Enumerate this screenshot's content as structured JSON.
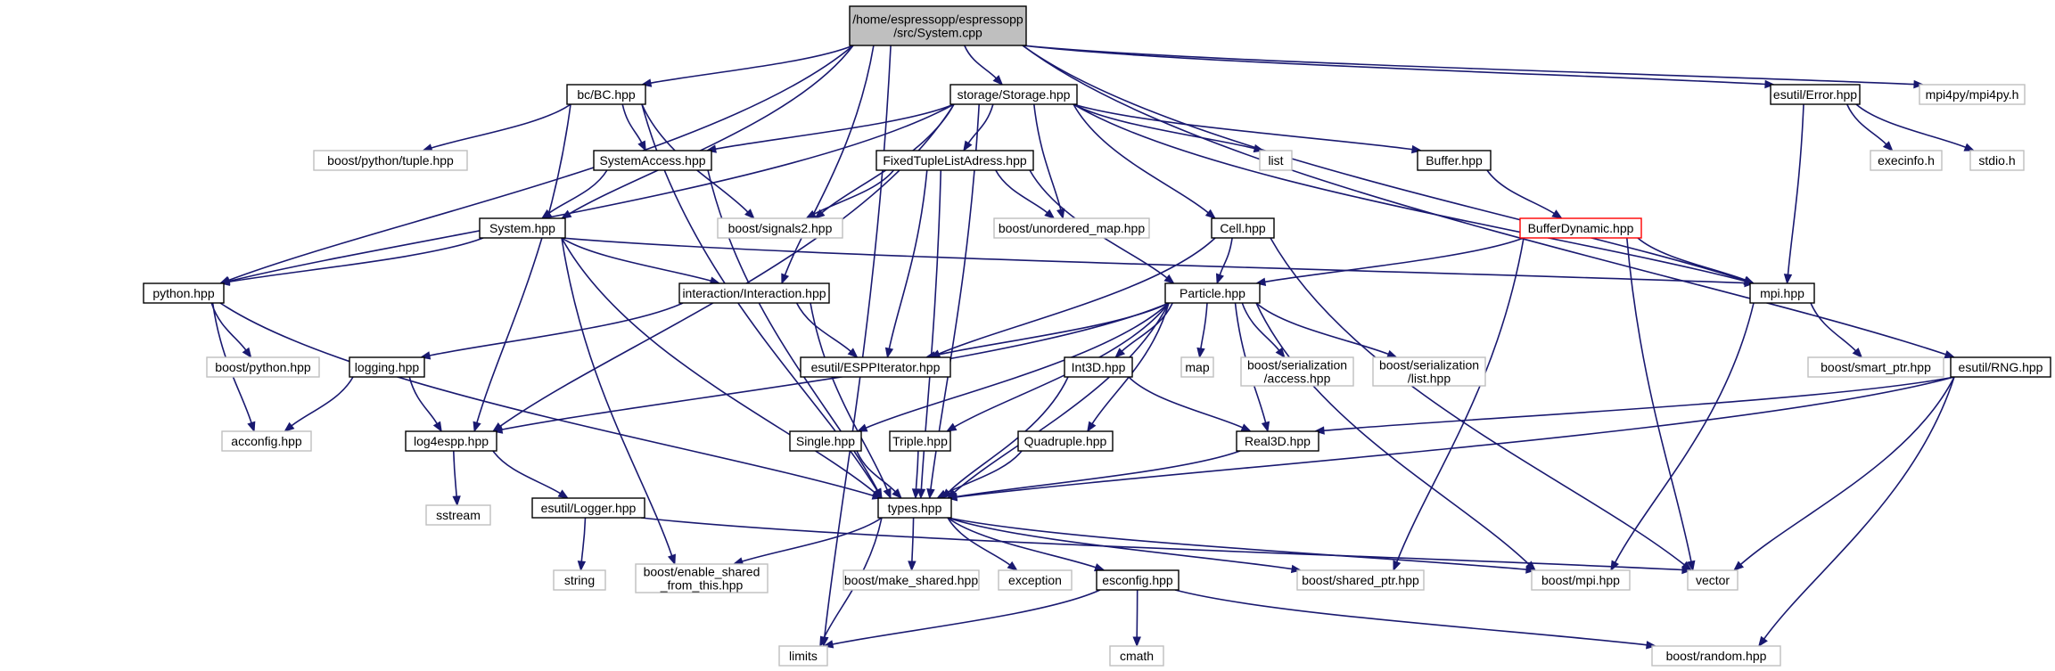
{
  "graph": {
    "nodes": [
      {
        "id": "root",
        "lines": [
          "/home/espressopp/espressopp",
          "/src/System.cpp"
        ],
        "style": "root"
      },
      {
        "id": "bc",
        "lines": [
          "bc/BC.hpp"
        ],
        "style": "doc"
      },
      {
        "id": "storage",
        "lines": [
          "storage/Storage.hpp"
        ],
        "style": "doc"
      },
      {
        "id": "error",
        "lines": [
          "esutil/Error.hpp"
        ],
        "style": "doc"
      },
      {
        "id": "mpi4py",
        "lines": [
          "mpi4py/mpi4py.h"
        ],
        "style": "ext"
      },
      {
        "id": "tuple",
        "lines": [
          "boost/python/tuple.hpp"
        ],
        "style": "ext"
      },
      {
        "id": "sysaccess",
        "lines": [
          "SystemAccess.hpp"
        ],
        "style": "doc"
      },
      {
        "id": "fixedtuple",
        "lines": [
          "FixedTupleListAdress.hpp"
        ],
        "style": "doc"
      },
      {
        "id": "list",
        "lines": [
          "list"
        ],
        "style": "ext"
      },
      {
        "id": "buffer",
        "lines": [
          "Buffer.hpp"
        ],
        "style": "doc"
      },
      {
        "id": "execinfo",
        "lines": [
          "execinfo.h"
        ],
        "style": "ext"
      },
      {
        "id": "stdio",
        "lines": [
          "stdio.h"
        ],
        "style": "ext"
      },
      {
        "id": "signals2",
        "lines": [
          "boost/signals2.hpp"
        ],
        "style": "ext"
      },
      {
        "id": "unordered",
        "lines": [
          "boost/unordered_map.hpp"
        ],
        "style": "ext"
      },
      {
        "id": "system",
        "lines": [
          "System.hpp"
        ],
        "style": "doc"
      },
      {
        "id": "cell",
        "lines": [
          "Cell.hpp"
        ],
        "style": "doc"
      },
      {
        "id": "bufdyn",
        "lines": [
          "BufferDynamic.hpp"
        ],
        "style": "inc"
      },
      {
        "id": "python",
        "lines": [
          "python.hpp"
        ],
        "style": "doc"
      },
      {
        "id": "interaction",
        "lines": [
          "interaction/Interaction.hpp"
        ],
        "style": "doc"
      },
      {
        "id": "particle",
        "lines": [
          "Particle.hpp"
        ],
        "style": "doc"
      },
      {
        "id": "mpi",
        "lines": [
          "mpi.hpp"
        ],
        "style": "doc"
      },
      {
        "id": "boostpython",
        "lines": [
          "boost/python.hpp"
        ],
        "style": "ext"
      },
      {
        "id": "logging",
        "lines": [
          "logging.hpp"
        ],
        "style": "doc"
      },
      {
        "id": "esppiter",
        "lines": [
          "esutil/ESPPIterator.hpp"
        ],
        "style": "doc"
      },
      {
        "id": "int3d",
        "lines": [
          "Int3D.hpp"
        ],
        "style": "doc"
      },
      {
        "id": "map",
        "lines": [
          "map"
        ],
        "style": "ext"
      },
      {
        "id": "seraccess",
        "lines": [
          "boost/serialization",
          "/access.hpp"
        ],
        "style": "ext"
      },
      {
        "id": "serlist",
        "lines": [
          "boost/serialization",
          "/list.hpp"
        ],
        "style": "ext"
      },
      {
        "id": "smartptr",
        "lines": [
          "boost/smart_ptr.hpp"
        ],
        "style": "ext"
      },
      {
        "id": "rng",
        "lines": [
          "esutil/RNG.hpp"
        ],
        "style": "doc"
      },
      {
        "id": "acconfig",
        "lines": [
          "acconfig.hpp"
        ],
        "style": "ext"
      },
      {
        "id": "log4espp",
        "lines": [
          "log4espp.hpp"
        ],
        "style": "doc"
      },
      {
        "id": "single",
        "lines": [
          "Single.hpp"
        ],
        "style": "doc"
      },
      {
        "id": "triple",
        "lines": [
          "Triple.hpp"
        ],
        "style": "doc"
      },
      {
        "id": "quadruple",
        "lines": [
          "Quadruple.hpp"
        ],
        "style": "doc"
      },
      {
        "id": "real3d",
        "lines": [
          "Real3D.hpp"
        ],
        "style": "doc"
      },
      {
        "id": "sstream",
        "lines": [
          "sstream"
        ],
        "style": "ext"
      },
      {
        "id": "logger",
        "lines": [
          "esutil/Logger.hpp"
        ],
        "style": "doc"
      },
      {
        "id": "types",
        "lines": [
          "types.hpp"
        ],
        "style": "doc"
      },
      {
        "id": "string",
        "lines": [
          "string"
        ],
        "style": "ext"
      },
      {
        "id": "enableshared",
        "lines": [
          "boost/enable_shared",
          "_from_this.hpp"
        ],
        "style": "ext"
      },
      {
        "id": "makeshared",
        "lines": [
          "boost/make_shared.hpp"
        ],
        "style": "ext"
      },
      {
        "id": "exception",
        "lines": [
          "exception"
        ],
        "style": "ext"
      },
      {
        "id": "esconfig",
        "lines": [
          "esconfig.hpp"
        ],
        "style": "doc"
      },
      {
        "id": "sharedptr",
        "lines": [
          "boost/shared_ptr.hpp"
        ],
        "style": "ext"
      },
      {
        "id": "boostmpi",
        "lines": [
          "boost/mpi.hpp"
        ],
        "style": "ext"
      },
      {
        "id": "vector",
        "lines": [
          "vector"
        ],
        "style": "ext"
      },
      {
        "id": "limits",
        "lines": [
          "limits"
        ],
        "style": "ext"
      },
      {
        "id": "cmath",
        "lines": [
          "cmath"
        ],
        "style": "ext"
      },
      {
        "id": "random",
        "lines": [
          "boost/random.hpp"
        ],
        "style": "ext"
      }
    ],
    "edges": [
      [
        "root",
        "bc"
      ],
      [
        "root",
        "storage"
      ],
      [
        "root",
        "error"
      ],
      [
        "root",
        "mpi4py"
      ],
      [
        "root",
        "system"
      ],
      [
        "root",
        "python"
      ],
      [
        "root",
        "interaction"
      ],
      [
        "root",
        "mpi"
      ],
      [
        "root",
        "rng"
      ],
      [
        "root",
        "limits"
      ],
      [
        "bc",
        "tuple"
      ],
      [
        "bc",
        "sysaccess"
      ],
      [
        "bc",
        "signals2"
      ],
      [
        "bc",
        "log4espp"
      ],
      [
        "bc",
        "types"
      ],
      [
        "storage",
        "sysaccess"
      ],
      [
        "storage",
        "fixedtuple"
      ],
      [
        "storage",
        "list"
      ],
      [
        "storage",
        "buffer"
      ],
      [
        "storage",
        "signals2"
      ],
      [
        "storage",
        "unordered"
      ],
      [
        "storage",
        "cell"
      ],
      [
        "storage",
        "python"
      ],
      [
        "storage",
        "log4espp"
      ],
      [
        "storage",
        "mpi"
      ],
      [
        "storage",
        "types"
      ],
      [
        "error",
        "execinfo"
      ],
      [
        "error",
        "stdio"
      ],
      [
        "error",
        "mpi"
      ],
      [
        "sysaccess",
        "system"
      ],
      [
        "sysaccess",
        "types"
      ],
      [
        "fixedtuple",
        "signals2"
      ],
      [
        "fixedtuple",
        "unordered"
      ],
      [
        "fixedtuple",
        "particle"
      ],
      [
        "fixedtuple",
        "esppiter"
      ],
      [
        "fixedtuple",
        "types"
      ],
      [
        "buffer",
        "bufdyn"
      ],
      [
        "bufdyn",
        "particle"
      ],
      [
        "bufdyn",
        "mpi"
      ],
      [
        "bufdyn",
        "vector"
      ],
      [
        "bufdyn",
        "sharedptr"
      ],
      [
        "system",
        "python"
      ],
      [
        "system",
        "interaction"
      ],
      [
        "system",
        "mpi"
      ],
      [
        "system",
        "types"
      ],
      [
        "system",
        "enableshared"
      ],
      [
        "cell",
        "particle"
      ],
      [
        "cell",
        "esppiter"
      ],
      [
        "cell",
        "vector"
      ],
      [
        "python",
        "boostpython"
      ],
      [
        "python",
        "acconfig"
      ],
      [
        "python",
        "types"
      ],
      [
        "interaction",
        "logging"
      ],
      [
        "interaction",
        "esppiter"
      ],
      [
        "interaction",
        "types"
      ],
      [
        "particle",
        "esppiter"
      ],
      [
        "particle",
        "int3d"
      ],
      [
        "particle",
        "map"
      ],
      [
        "particle",
        "seraccess"
      ],
      [
        "particle",
        "serlist"
      ],
      [
        "particle",
        "single"
      ],
      [
        "particle",
        "triple"
      ],
      [
        "particle",
        "quadruple"
      ],
      [
        "particle",
        "real3d"
      ],
      [
        "particle",
        "types"
      ],
      [
        "particle",
        "boostmpi"
      ],
      [
        "particle",
        "log4espp"
      ],
      [
        "mpi",
        "smartptr"
      ],
      [
        "mpi",
        "boostmpi"
      ],
      [
        "logging",
        "acconfig"
      ],
      [
        "logging",
        "log4espp"
      ],
      [
        "int3d",
        "real3d"
      ],
      [
        "int3d",
        "types"
      ],
      [
        "rng",
        "real3d"
      ],
      [
        "rng",
        "types"
      ],
      [
        "rng",
        "vector"
      ],
      [
        "rng",
        "random"
      ],
      [
        "log4espp",
        "sstream"
      ],
      [
        "log4espp",
        "logger"
      ],
      [
        "single",
        "types"
      ],
      [
        "triple",
        "types"
      ],
      [
        "quadruple",
        "types"
      ],
      [
        "real3d",
        "types"
      ],
      [
        "logger",
        "string"
      ],
      [
        "logger",
        "vector"
      ],
      [
        "types",
        "enableshared"
      ],
      [
        "types",
        "makeshared"
      ],
      [
        "types",
        "exception"
      ],
      [
        "types",
        "esconfig"
      ],
      [
        "types",
        "sharedptr"
      ],
      [
        "types",
        "boostmpi"
      ],
      [
        "types",
        "limits"
      ],
      [
        "esconfig",
        "limits"
      ],
      [
        "esconfig",
        "cmath"
      ],
      [
        "esconfig",
        "random"
      ]
    ]
  }
}
